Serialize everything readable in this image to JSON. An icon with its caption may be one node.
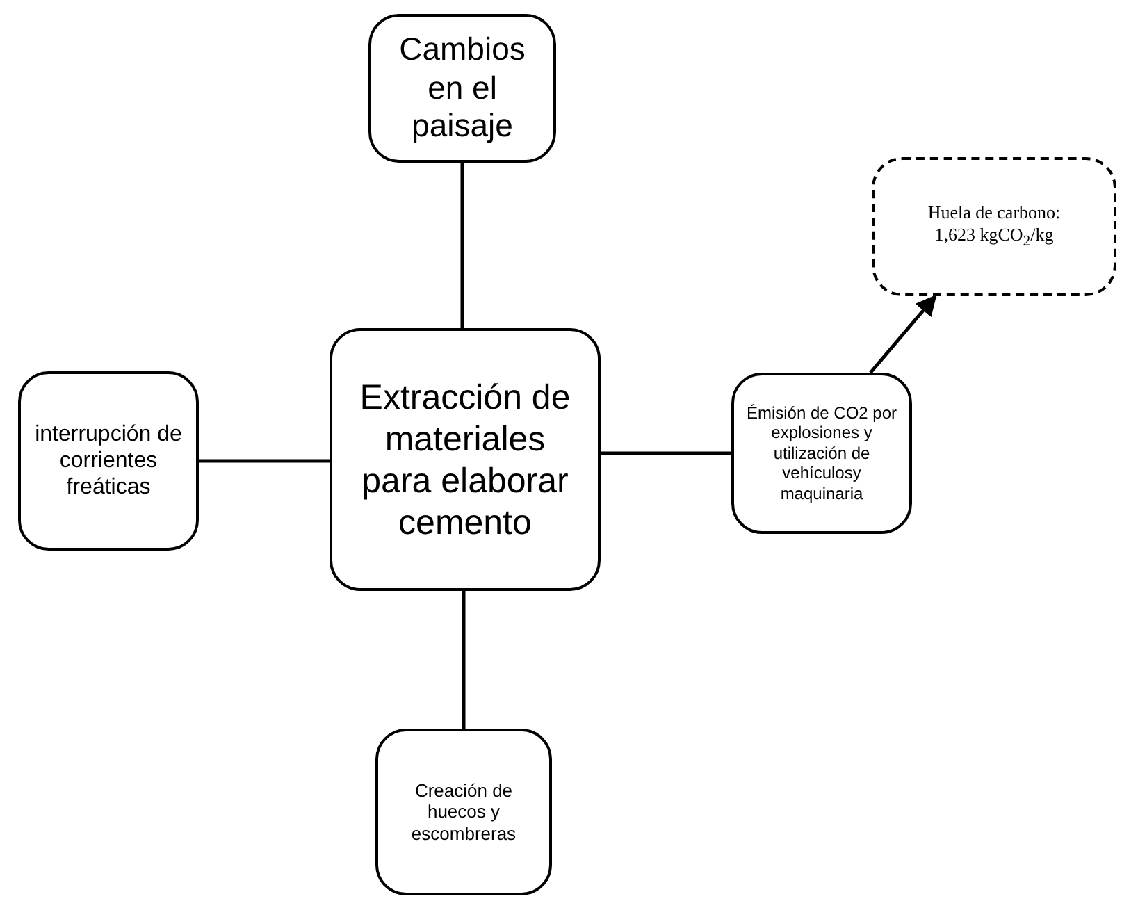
{
  "diagram": {
    "nodes": [
      {
        "text": [
          "Extracción de materiales para elaborar cemento"
        ]
      },
      {
        "text": [
          "Cambios en el paisaje"
        ]
      },
      {
        "text": [
          "interrupción de corrientes freáticas"
        ]
      },
      {
        "text": [
          "Émisión de CO2 por explosiones y utilización de vehículosy maquinaria"
        ]
      },
      {
        "text": [
          "Creación de huecos y escombreras"
        ]
      },
      {
        "text": [
          "Huela de carbono: 1,623 kgCO$_{2}$/kg"
        ]
      }
    ],
    "edges": [
      {
        "from": 0,
        "to": 1,
        "arrow": "none"
      },
      {
        "from": 0,
        "to": 2,
        "arrow": "none"
      },
      {
        "from": 0,
        "to": 3,
        "arrow": "none"
      },
      {
        "from": 0,
        "to": 4,
        "arrow": "none"
      },
      {
        "from": 3,
        "to": 5,
        "arrow": "to"
      }
    ]
  }
}
